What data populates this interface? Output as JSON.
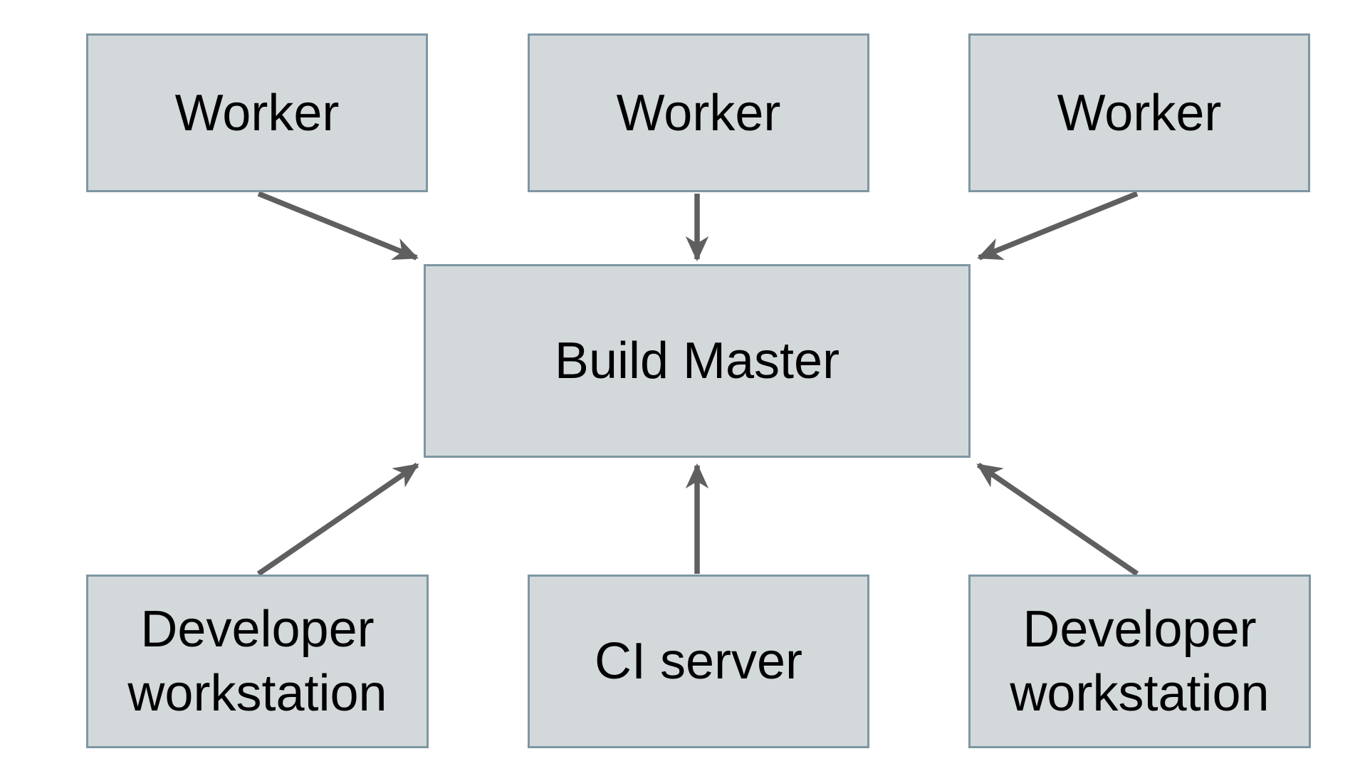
{
  "diagram": {
    "nodes": [
      {
        "id": "worker-left",
        "label": "Worker"
      },
      {
        "id": "worker-center",
        "label": "Worker"
      },
      {
        "id": "worker-right",
        "label": "Worker"
      },
      {
        "id": "build-master",
        "label": "Build Master"
      },
      {
        "id": "developer-workstation-left",
        "label": "Developer workstation"
      },
      {
        "id": "ci-server",
        "label": "CI server"
      },
      {
        "id": "developer-workstation-right",
        "label": "Developer workstation"
      }
    ],
    "edges": [
      {
        "from": "worker-left",
        "to": "build-master",
        "arrowhead": "at-build-master"
      },
      {
        "from": "worker-center",
        "to": "build-master",
        "arrowhead": "at-build-master"
      },
      {
        "from": "worker-right",
        "to": "build-master",
        "arrowhead": "at-build-master"
      },
      {
        "from": "developer-workstation-left",
        "to": "build-master",
        "arrowhead": "at-build-master"
      },
      {
        "from": "ci-server",
        "to": "build-master",
        "arrowhead": "at-build-master"
      },
      {
        "from": "developer-workstation-right",
        "to": "build-master",
        "arrowhead": "at-build-master"
      }
    ]
  },
  "colors": {
    "node_fill": "#d3d9db",
    "node_border": "#7e96a2",
    "arrow": "#5f5f5f",
    "text": "#000000",
    "background": "#ffffff"
  }
}
